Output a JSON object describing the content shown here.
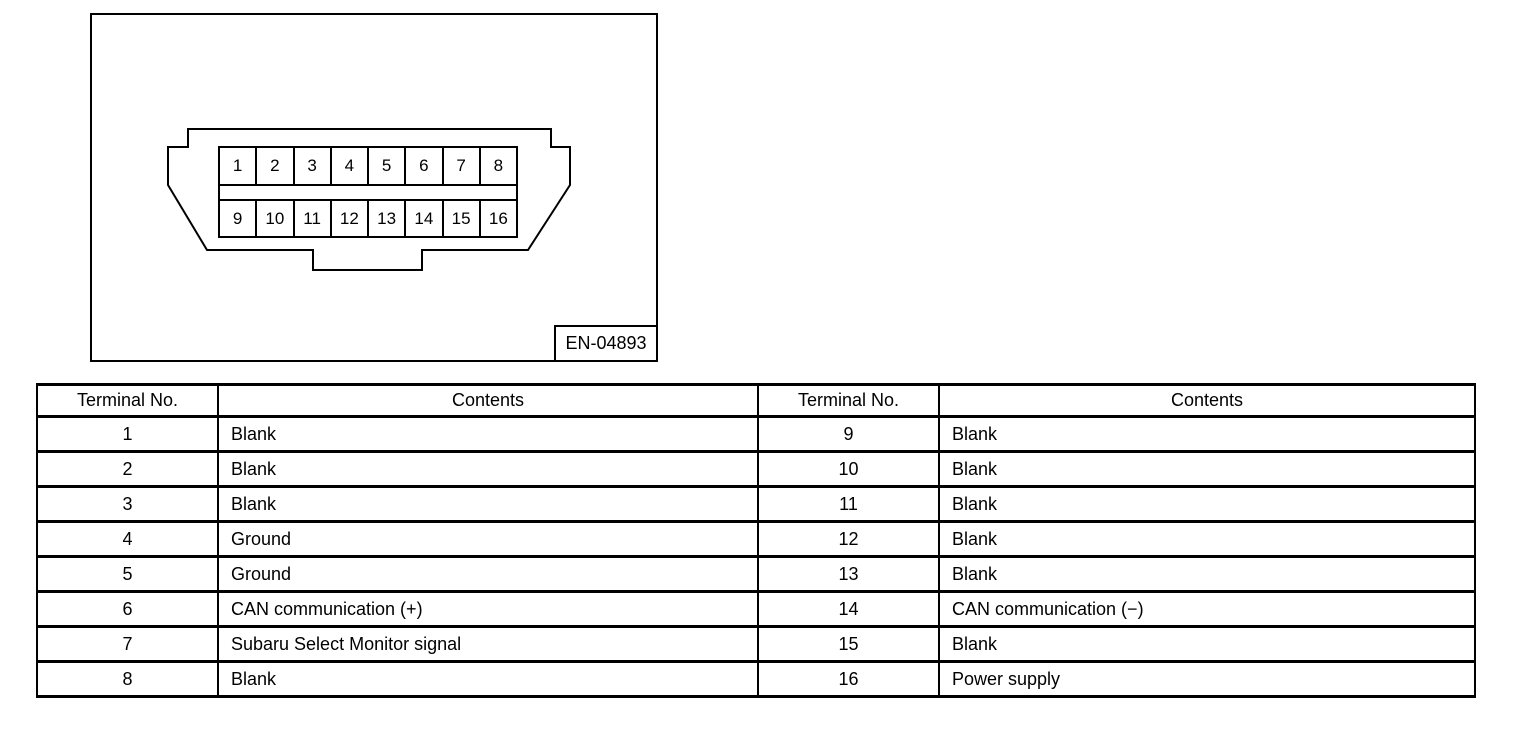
{
  "figure": {
    "id_label": "EN-04893",
    "connector": {
      "top_pins": [
        "1",
        "2",
        "3",
        "4",
        "5",
        "6",
        "7",
        "8"
      ],
      "bottom_pins": [
        "9",
        "10",
        "11",
        "12",
        "13",
        "14",
        "15",
        "16"
      ]
    }
  },
  "table": {
    "columns": [
      "Terminal No.",
      "Contents",
      "Terminal No.",
      "Contents"
    ],
    "rows": [
      [
        "1",
        "Blank",
        "9",
        "Blank"
      ],
      [
        "2",
        "Blank",
        "10",
        "Blank"
      ],
      [
        "3",
        "Blank",
        "11",
        "Blank"
      ],
      [
        "4",
        "Ground",
        "12",
        "Blank"
      ],
      [
        "5",
        "Ground",
        "13",
        "Blank"
      ],
      [
        "6",
        "CAN communication (+)",
        "14",
        "CAN communication (−)"
      ],
      [
        "7",
        "Subaru Select Monitor signal",
        "15",
        "Blank"
      ],
      [
        "8",
        "Blank",
        "16",
        "Power supply"
      ]
    ]
  },
  "colors": {
    "line": "#000000",
    "background": "#ffffff"
  }
}
